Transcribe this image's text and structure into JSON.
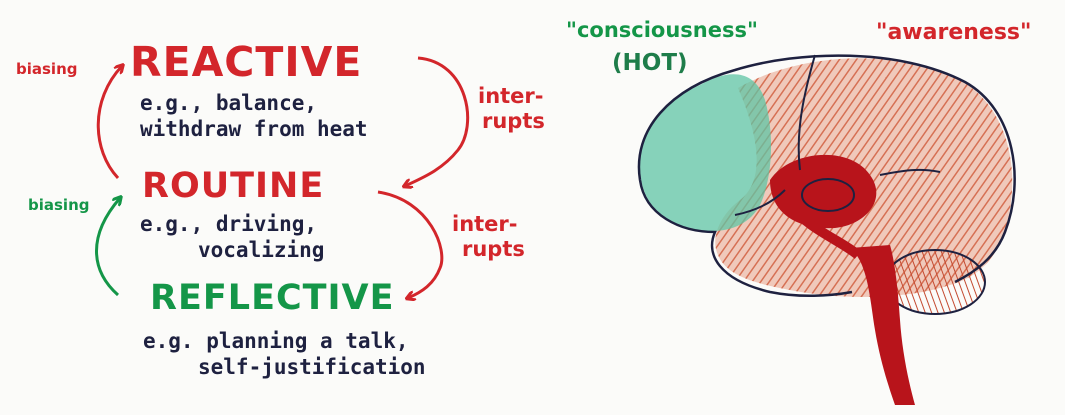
{
  "levels": {
    "reactive": {
      "title": "REACTIVE",
      "example_line1": "e.g., balance,",
      "example_line2": "withdraw from heat"
    },
    "routine": {
      "title": "ROUTINE",
      "example_line1": "e.g., driving,",
      "example_line2": "vocalizing"
    },
    "reflective": {
      "title": "REFLECTIVE",
      "example_line1": "e.g. planning a talk,",
      "example_line2": "self-justification"
    }
  },
  "biasing_upper": "biasing",
  "biasing_lower": "biasing",
  "interrupts_upper": {
    "line1": "inter-",
    "line2": "rupts"
  },
  "interrupts_lower": {
    "line1": "inter-",
    "line2": "rupts"
  },
  "brain_labels": {
    "consciousness": "\"consciousness\"",
    "hot": "(HOT)",
    "awareness": "\"awareness\""
  },
  "colors": {
    "red": "#d3262b",
    "green": "#149648",
    "ink": "#1e2140",
    "teal_wash": "#5fc4a4",
    "salmon_wash": "#d9714f",
    "dark_red": "#b8141b"
  }
}
